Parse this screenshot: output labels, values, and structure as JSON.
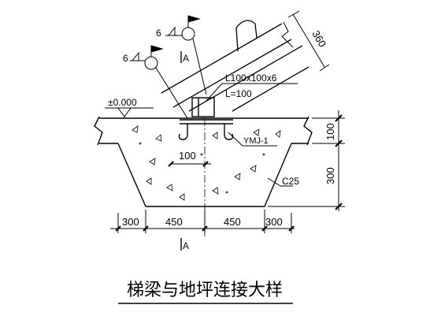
{
  "title": "梯梁与地坪连接大样",
  "labels": {
    "angle": "L100x100x6",
    "length": "L=100",
    "elevation": "±0.000",
    "embed": "YMJ-1",
    "concrete": "C25",
    "section_top": "A",
    "section_bottom": "A",
    "weld_upper": "6",
    "weld_lower": "6"
  },
  "dimensions": {
    "d100_bottom": "100",
    "d300_left": "300",
    "d450_left": "450",
    "d450_right": "450",
    "d300_right": "300",
    "d100_vert": "100",
    "d300_vert": "300",
    "d360_skew": "360"
  }
}
